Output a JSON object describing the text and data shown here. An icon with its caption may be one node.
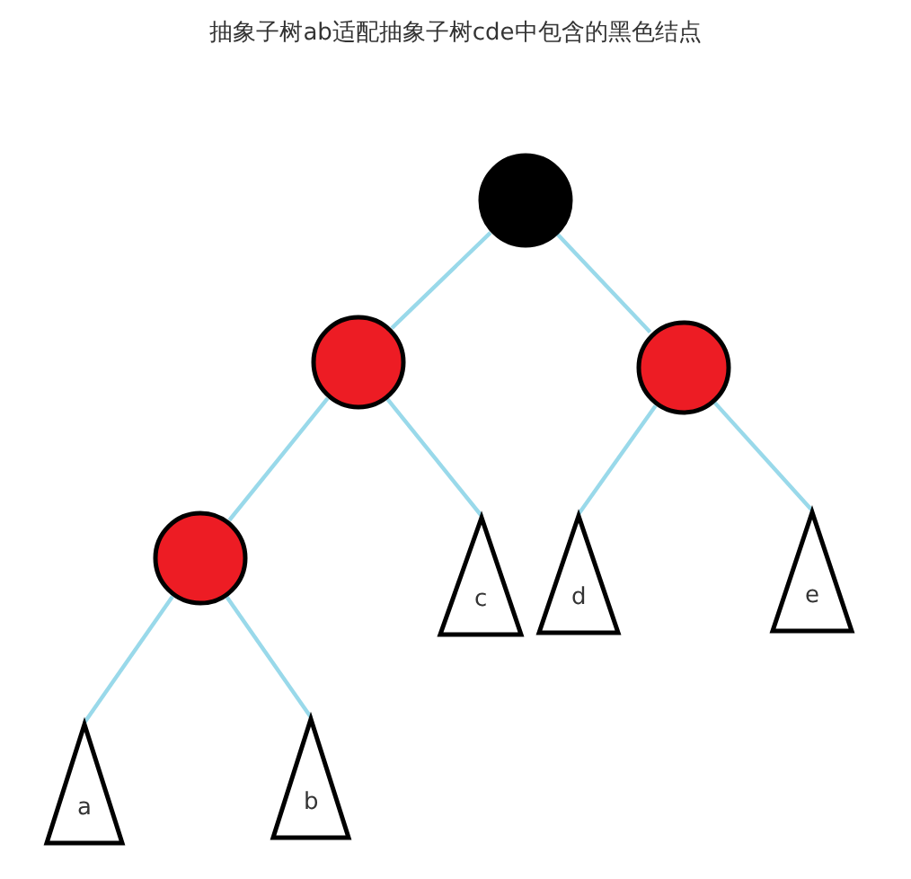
{
  "diagram": {
    "title": "抽象子树ab适配抽象子树cde中包含的黑色结点",
    "nodes": [
      {
        "text": [],
        "shape": "circle"
      },
      {
        "text": [],
        "shape": "circle"
      },
      {
        "text": [],
        "shape": "circle"
      },
      {
        "text": [],
        "shape": "circle"
      },
      {
        "text": [
          "c"
        ]
      },
      {
        "text": [
          "d"
        ]
      },
      {
        "text": [
          "e"
        ]
      },
      {
        "text": [
          "a"
        ]
      },
      {
        "text": [
          "b"
        ]
      }
    ],
    "edges": [
      {
        "from": 0,
        "to": 1,
        "arrow": "none"
      },
      {
        "from": 0,
        "to": 2,
        "arrow": "none"
      },
      {
        "from": 1,
        "to": 3,
        "arrow": "none"
      },
      {
        "from": 1,
        "to": 4,
        "arrow": "none"
      },
      {
        "from": 2,
        "to": 5,
        "arrow": "none"
      },
      {
        "from": 2,
        "to": 6,
        "arrow": "none"
      },
      {
        "from": 3,
        "to": 7,
        "arrow": "none"
      },
      {
        "from": 3,
        "to": 8,
        "arrow": "none"
      }
    ]
  }
}
